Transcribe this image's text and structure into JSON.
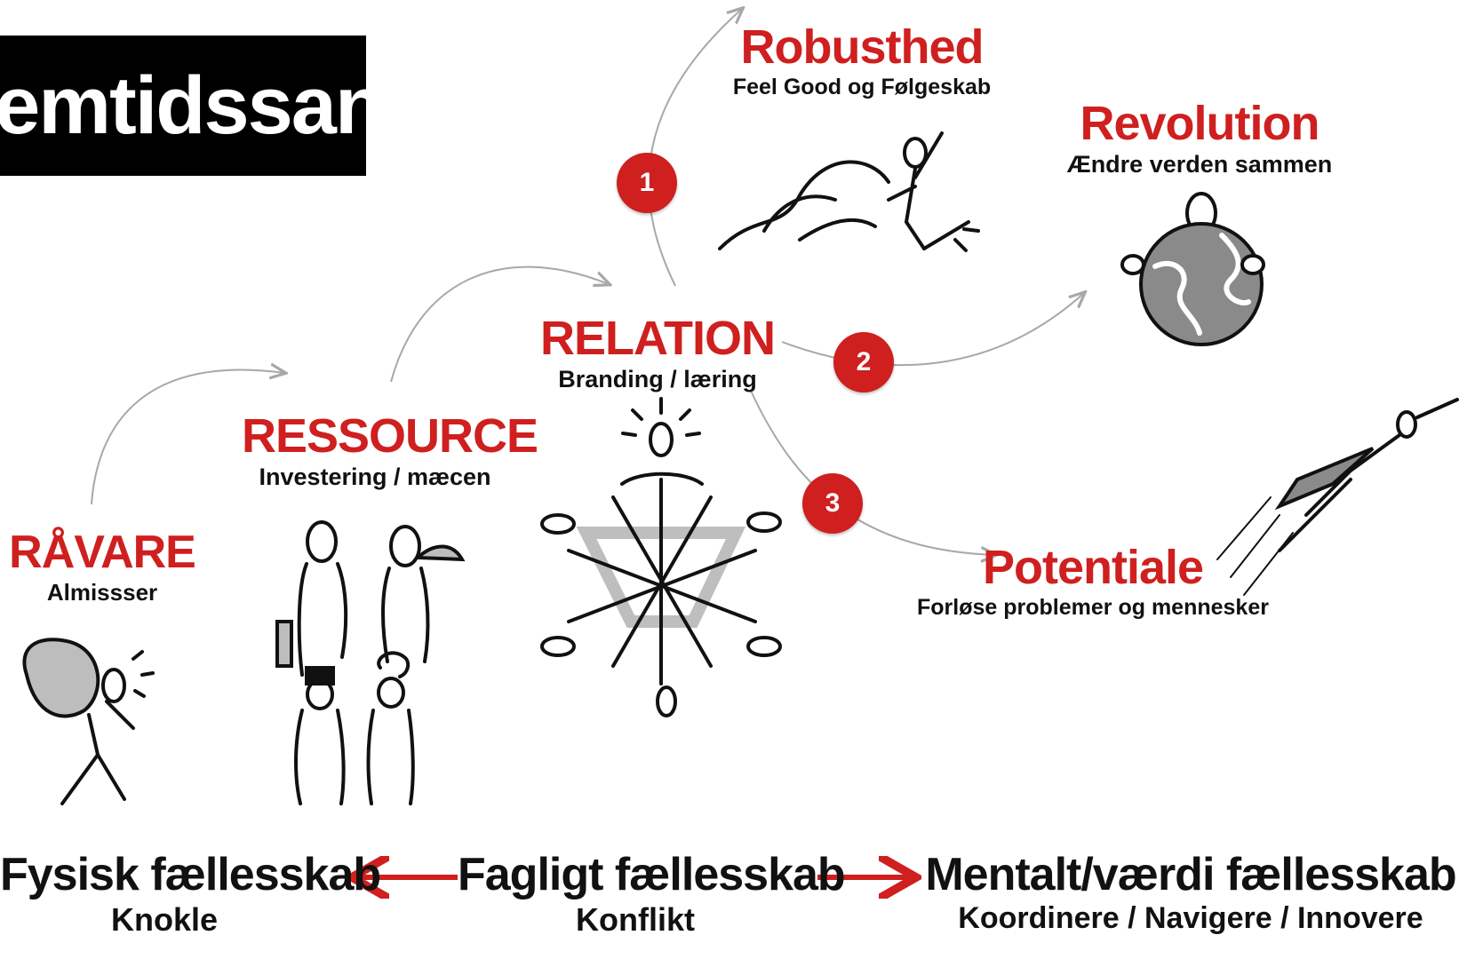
{
  "logo": {
    "text": "fremtidssans"
  },
  "stages": {
    "ravare": {
      "title": "RÅVARE",
      "subtitle": "Almissser"
    },
    "ressource": {
      "title": "RESSOURCE",
      "subtitle": "Investering / mæcen"
    },
    "relation": {
      "title": "RELATION",
      "subtitle": "Branding / læring"
    },
    "robusthed": {
      "title": "Robusthed",
      "subtitle": "Feel Good og Følgeskab"
    },
    "revolution": {
      "title": "Revolution",
      "subtitle": "Ændre verden sammen"
    },
    "potentiale": {
      "title": "Potentiale",
      "subtitle": "Forløse problemer og mennesker"
    }
  },
  "badges": {
    "one": "1",
    "two": "2",
    "three": "3"
  },
  "bottom": {
    "left": {
      "title": "Fysisk fællesskab",
      "subtitle": "Knokle"
    },
    "center": {
      "title": "Fagligt fællesskab",
      "subtitle": "Konflikt"
    },
    "right": {
      "title": "Mentalt/værdi fællesskab",
      "subtitle": "Koordinere / Navigere / Innovere"
    }
  },
  "colors": {
    "accent": "#cf1f1f",
    "text": "#111111",
    "connector": "#a8a8a8"
  }
}
